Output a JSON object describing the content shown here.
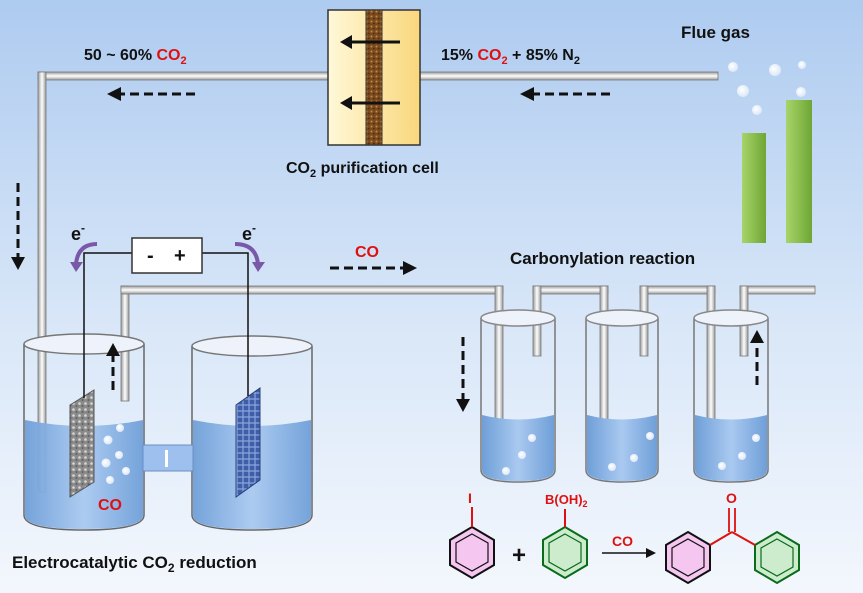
{
  "labels": {
    "flue_gas": "Flue gas",
    "feed_gas": {
      "pre": "15% ",
      "co": "CO",
      "co_sub": "2",
      "mid": " + 85% N",
      "n_sub": "2"
    },
    "purified_gas": {
      "pre": "50 ~ 60% ",
      "co": "CO",
      "co_sub": "2"
    },
    "purification_cell": {
      "pre": "CO",
      "sub": "2",
      "post": " purification cell"
    },
    "electron": {
      "base": "e",
      "sup": "-"
    },
    "power_minus": "-",
    "power_plus": "+",
    "co_flow": "CO",
    "co_cathode": "CO",
    "carbonylation": "Carbonylation reaction",
    "electrocatalytic": {
      "pre": "Electrocatalytic CO",
      "sub": "2",
      "post": " reduction"
    }
  },
  "reaction": {
    "iodo_substituent": "I",
    "boronic_substituent": "B(OH)",
    "boronic_sub": "2",
    "plus": "+",
    "reagent": "CO",
    "ketone_oxygen": "O"
  },
  "colors": {
    "co_red": "#e01010",
    "liquid": "#8fb8e8",
    "chimney": "#8cc04a",
    "ring_pink": "#f4c6f0",
    "ring_green": "#cdeccd",
    "bond_dark_green": "#0a6b1a"
  }
}
